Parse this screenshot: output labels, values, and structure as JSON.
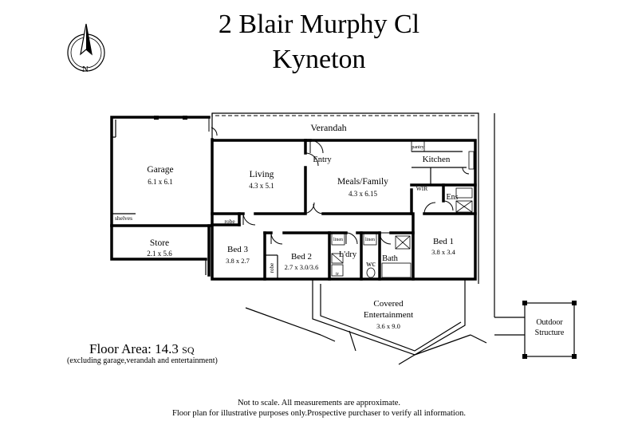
{
  "title_line1": "2 Blair Murphy Cl",
  "title_line2": "Kyneton",
  "compass_letter": "N",
  "rooms": {
    "garage": {
      "name": "Garage",
      "dims": "6.1 x 6.1"
    },
    "shelves": "shelves",
    "store": {
      "name": "Store",
      "dims": "2.1 x 5.6"
    },
    "verandah": "Verandah",
    "living": {
      "name": "Living",
      "dims": "4.3 x 5.1"
    },
    "entry": "Entry",
    "meals": {
      "name": "Meals/Family",
      "dims": "4.3 x 6.15"
    },
    "pantry": "pantry",
    "kitchen": "Kitchen",
    "wir": "WIR",
    "ens": "Ens",
    "robe1": "robe",
    "robe2": "robe",
    "bed3": {
      "name": "Bed 3",
      "dims": "3.8 x 2.7"
    },
    "bed2": {
      "name": "Bed 2",
      "dims": "2.7 x 3.0/3.6"
    },
    "linen1": "linen",
    "linen2": "linen",
    "ldry": "L'dry",
    "wc": "wc",
    "bath": "Bath",
    "tr": "tr",
    "bed1": {
      "name": "Bed 1",
      "dims": "3.8 x 3.4"
    },
    "covered": {
      "name_line1": "Covered",
      "name_line2": "Entertainment",
      "dims": "3.6 x 9.0"
    },
    "outdoor": {
      "line1": "Outdoor",
      "line2": "Structure"
    }
  },
  "floor_area": {
    "label": "Floor Area: 14.3",
    "unit": "SQ",
    "note": "(excluding garage,verandah and entertainment)"
  },
  "disclaimer_line1": "Not to scale. All measurements are approximate.",
  "disclaimer_line2": "Floor plan for illustrative purposes only.Prospective purchaser to verify all information."
}
